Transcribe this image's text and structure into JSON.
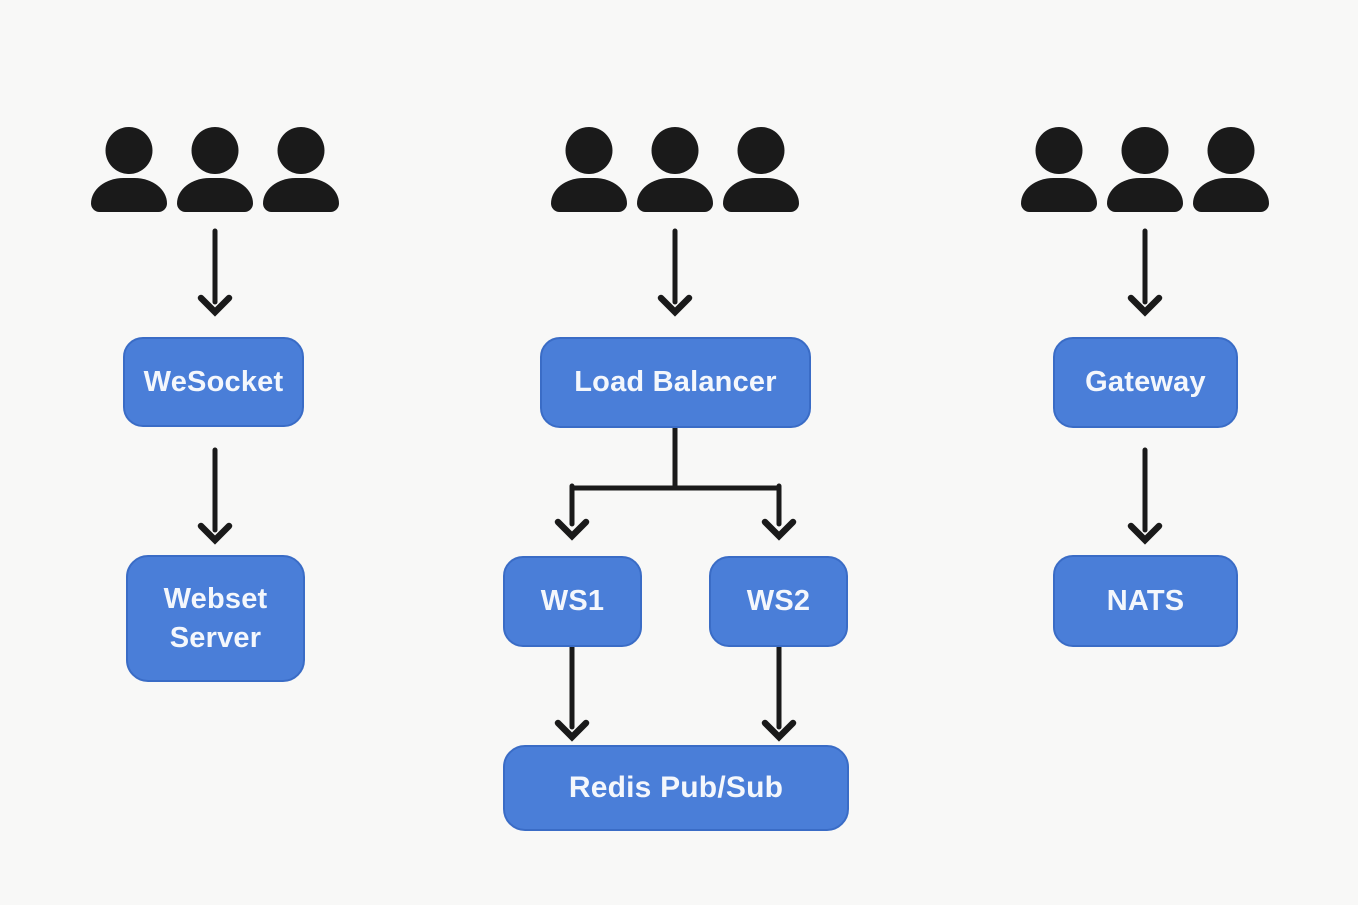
{
  "palette": {
    "background": "#f8f8f7",
    "node_fill": "#4a7ed8",
    "node_border": "#3a6cc6",
    "node_text": "#f4f7fc",
    "ink": "#1a1a1a"
  },
  "diagram": {
    "groups": [
      {
        "id": "direct",
        "users_icon": "users-icon",
        "users_count": 3
      },
      {
        "id": "load_balanced",
        "users_icon": "users-icon",
        "users_count": 3
      },
      {
        "id": "gateway",
        "users_icon": "users-icon",
        "users_count": 3
      }
    ],
    "nodes": {
      "wesocket": {
        "label": "WeSocket"
      },
      "webset_server": {
        "label": "Webset Server"
      },
      "load_balancer": {
        "label": "Load Balancer"
      },
      "ws1": {
        "label": "WS1"
      },
      "ws2": {
        "label": "WS2"
      },
      "redis_pubsub": {
        "label": "Redis Pub/Sub"
      },
      "gateway": {
        "label": "Gateway"
      },
      "nats": {
        "label": "NATS"
      }
    },
    "edges": [
      {
        "from": "users_left",
        "to": "wesocket"
      },
      {
        "from": "wesocket",
        "to": "webset_server"
      },
      {
        "from": "users_middle",
        "to": "load_balancer"
      },
      {
        "from": "load_balancer",
        "to": "ws1"
      },
      {
        "from": "load_balancer",
        "to": "ws2"
      },
      {
        "from": "ws1",
        "to": "redis_pubsub"
      },
      {
        "from": "ws2",
        "to": "redis_pubsub"
      },
      {
        "from": "users_right",
        "to": "gateway"
      },
      {
        "from": "gateway",
        "to": "nats"
      }
    ]
  }
}
